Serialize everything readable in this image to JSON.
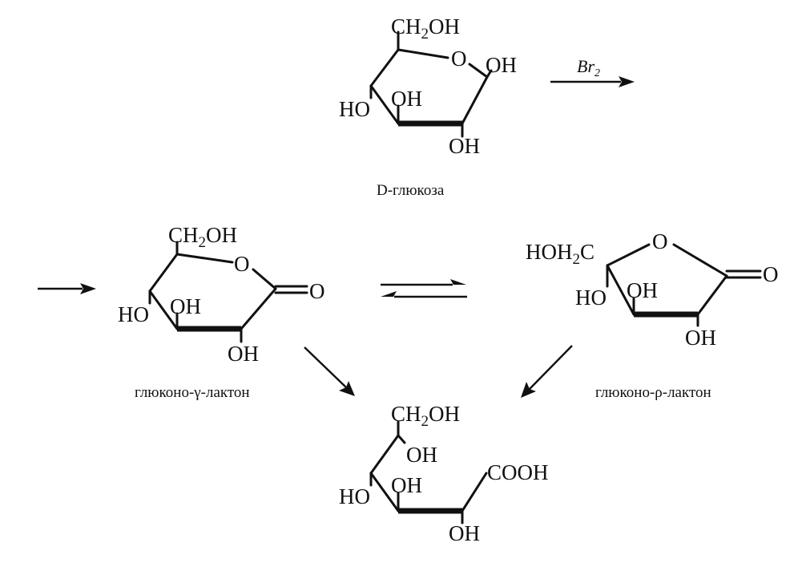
{
  "reagent": {
    "text": "Br",
    "subscript": "2"
  },
  "atoms": {
    "ring_oxygen": "O",
    "hydroxyl": "OH",
    "hydroxyl_left": "HO",
    "carbonyl_oxygen": "O",
    "ch2oh_prefix": "CH",
    "ch2oh_sub": "2",
    "ch2oh_suffix": "OH",
    "hoh2c_prefix": "HOH",
    "hoh2c_sub": "2",
    "hoh2c_suffix": "C",
    "carboxyl": "COOH"
  },
  "captions": {
    "glucose": "D-глюкоза",
    "gamma_lactone": "глюконо-γ-лактон",
    "rho_lactone": "глюконо-ρ-лактон"
  },
  "colors": {
    "ink": "#111111",
    "background": "#ffffff"
  }
}
